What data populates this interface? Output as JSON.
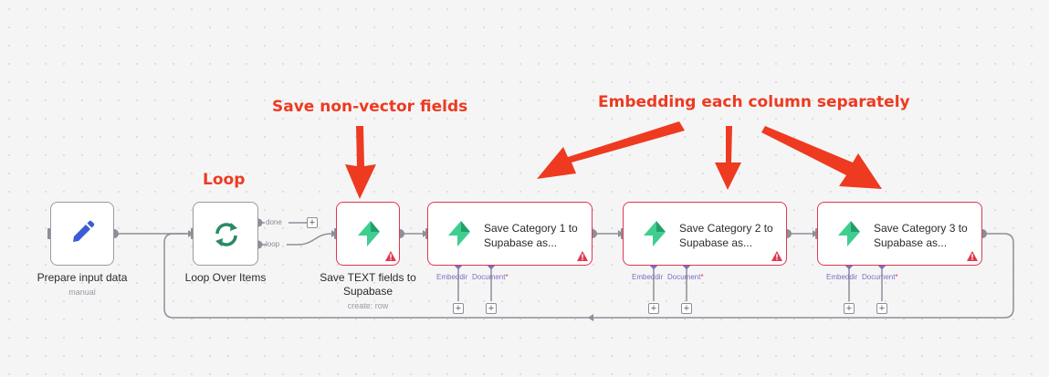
{
  "annotations": {
    "loop": "Loop",
    "save_non_vector": "Save non-vector fields",
    "embedding_each": "Embedding each column separately"
  },
  "nodes": {
    "prepare": {
      "label": "Prepare input data",
      "subtitle": "manual"
    },
    "loop": {
      "label": "Loop Over Items",
      "port_done": "done",
      "port_loop": "loop"
    },
    "save_text": {
      "label_line1": "Save TEXT fields to",
      "label_line2": "Supabase",
      "subtitle": "create: row"
    },
    "cat1": {
      "title_line1": "Save Category 1 to",
      "title_line2": "Supabase as...",
      "sub_embedding": "Embeddir",
      "sub_document": "Document",
      "required_mark": "*"
    },
    "cat2": {
      "title_line1": "Save Category 2 to",
      "title_line2": "Supabase as...",
      "sub_embedding": "Embeddir",
      "sub_document": "Document",
      "required_mark": "*"
    },
    "cat3": {
      "title_line1": "Save Category 3 to",
      "title_line2": "Supabase as...",
      "sub_embedding": "Embeddir",
      "sub_document": "Document",
      "required_mark": "*"
    }
  },
  "add_button": "+",
  "colors": {
    "annotation": "#ee3a20",
    "error_border": "#e0374f",
    "supabase_green": "#3ecf8e",
    "loop_green": "#2a8a62",
    "pencil_blue": "#3c5bd6",
    "sub_connector": "#7b6fc0"
  },
  "icons": [
    "pencil-icon",
    "loop-refresh-icon",
    "supabase-bolt-icon",
    "warning-icon",
    "plus-icon",
    "arrow-icon"
  ]
}
